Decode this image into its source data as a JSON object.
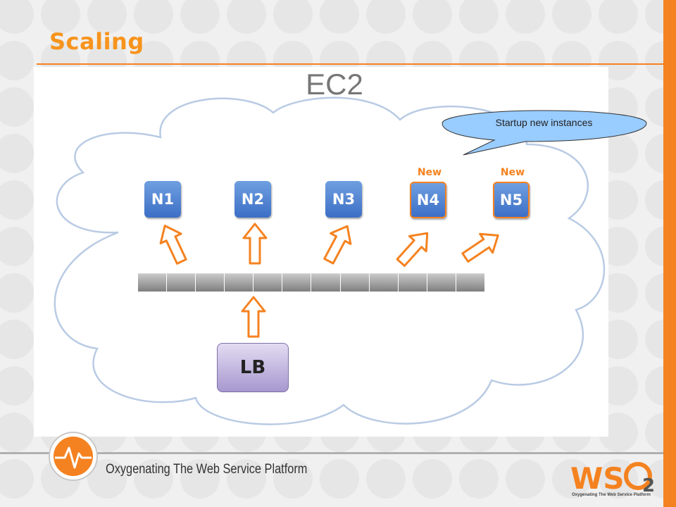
{
  "slide": {
    "title": "Scaling",
    "diagram_label": "EC2",
    "callout": "Startup new instances"
  },
  "nodes": [
    {
      "label": "N1",
      "is_new": false
    },
    {
      "label": "N2",
      "is_new": false
    },
    {
      "label": "N3",
      "is_new": false
    },
    {
      "label": "N4",
      "is_new": true,
      "new_label": "New"
    },
    {
      "label": "N5",
      "is_new": true,
      "new_label": "New"
    }
  ],
  "load_balancer": {
    "label": "LB",
    "queue_segments": 12
  },
  "footer": {
    "tagline": "Oxygenating The Web Service Platform",
    "logo_text": "WSO2",
    "logo_tagline": "Oxygenating The Web Service Platform"
  },
  "colors": {
    "accent": "#f58220",
    "title": "#f7941d",
    "node": "#4a7fd0",
    "lb": "#b3a6d8",
    "callout": "#99ccff"
  }
}
